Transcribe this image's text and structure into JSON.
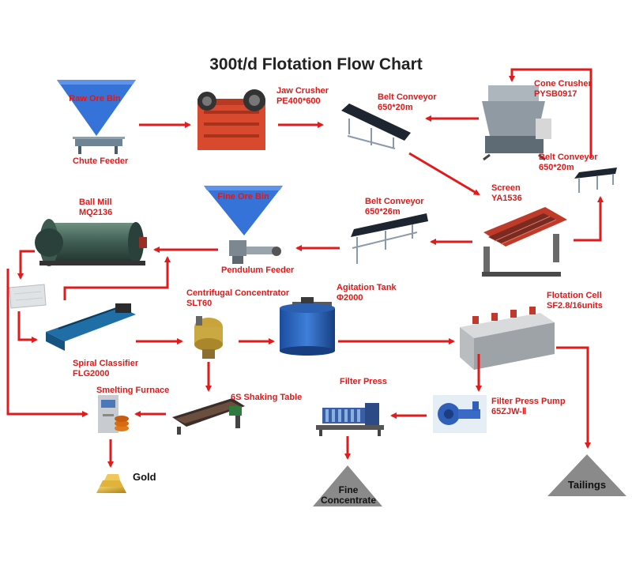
{
  "title": "300t/d Flotation Flow Chart",
  "colors": {
    "arrow": "#e11b1b",
    "label": "#e01818",
    "bin": "#2f6fd6",
    "triangle": "#8a8a8a"
  },
  "raw_ore_bin": "Raw Ore Bin",
  "chute_feeder": "Chute Feeder",
  "jaw_crusher": {
    "name": "Jaw Crusher",
    "model": "PE400*600"
  },
  "belt_conveyor_1": {
    "name": "Belt Conveyor",
    "model": "650*20m"
  },
  "cone_crusher": {
    "name": "Cone Crusher",
    "model": "PYSB0917"
  },
  "belt_conveyor_2": {
    "name": "Belt Conveyor",
    "model": "650*20m"
  },
  "screen": {
    "name": "Screen",
    "model": "YA1536"
  },
  "belt_conveyor_3": {
    "name": "Belt Conveyor",
    "model": "650*26m"
  },
  "fine_ore_bin": "Fine Ore Bin",
  "pendulum_feeder": "Pendulum Feeder",
  "ball_mill": {
    "name": "Ball Mill",
    "model": "MQ2136"
  },
  "spiral_classifier": {
    "name": "Spiral Classifier",
    "model": "FLG2000"
  },
  "centrifugal_concentrator": {
    "name": "Centrifugal Concentrator",
    "model": "SLT60"
  },
  "agitation_tank": {
    "name": "Agitation Tank",
    "model": "Φ2000"
  },
  "flotation_cell": {
    "name": "Flotation Cell",
    "model": "SF2.8/16units"
  },
  "smelting_furnace": "Smelting Furnace",
  "shaking_table": "6S Shaking Table",
  "filter_press": "Filter Press",
  "filter_press_pump": {
    "name": "Filter Press Pump",
    "model": "65ZJW-Ⅱ"
  },
  "gold": "Gold",
  "fine_concentrate": {
    "line1": "Fine",
    "line2": "Concentrate"
  },
  "tailings": "Tailings"
}
